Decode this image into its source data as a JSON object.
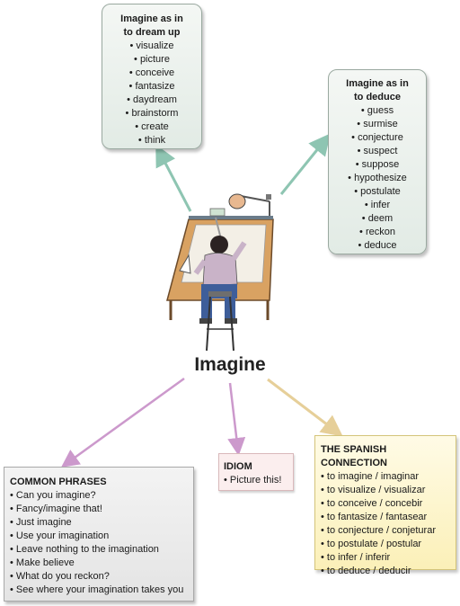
{
  "center": {
    "title": "Imagine"
  },
  "dream_box": {
    "title_line1": "Imagine as in",
    "title_line2": "to dream up",
    "items": [
      "visualize",
      "picture",
      "conceive",
      "fantasize",
      "daydream",
      "brainstorm",
      "create",
      "think"
    ]
  },
  "deduce_box": {
    "title_line1": "Imagine as in",
    "title_line2": "to deduce",
    "items": [
      "guess",
      "surmise",
      "conjecture",
      "suspect",
      "suppose",
      "hypothesize",
      "postulate",
      "infer",
      "deem",
      "reckon",
      "deduce"
    ]
  },
  "phrases_box": {
    "title": "COMMON PHRASES",
    "items": [
      "Can you imagine?",
      "Fancy/imagine that!",
      "Just imagine",
      "Use your imagination",
      "Leave nothing to the imagination",
      "Make believe",
      "What do you reckon?",
      "See where your imagination takes you"
    ]
  },
  "idiom_box": {
    "title": "IDIOM",
    "items": [
      "Picture this!"
    ]
  },
  "spanish_box": {
    "title": "THE SPANISH CONNECTION",
    "items": [
      "to imagine / imaginar",
      "to visualize / visualizar",
      "to conceive / concebir",
      "to fantasize / fantasear",
      "to conjecture / conjeturar",
      "to postulate / postular",
      "to infer / inferir",
      "to deduce / deducir"
    ]
  },
  "colors": {
    "arrow_green": "#8ec5b2",
    "arrow_pink": "#cc99cc",
    "arrow_tan": "#e6cf99",
    "board_wood": "#d9a262",
    "shirt": "#c9b3c8",
    "jeans": "#3e5e9a"
  }
}
